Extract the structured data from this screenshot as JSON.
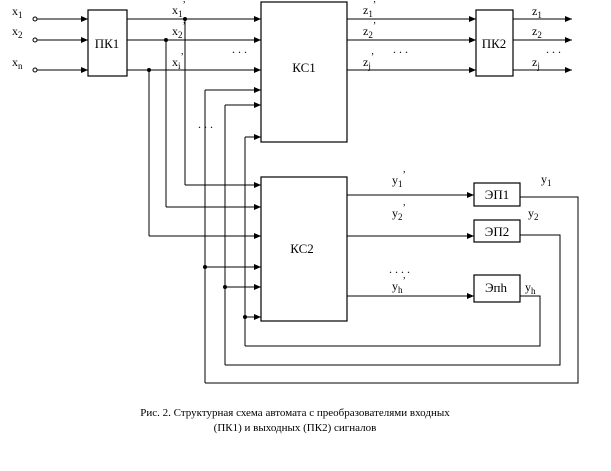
{
  "inputs": {
    "x1": "x",
    "x1_sub": "1",
    "x2": "x",
    "x2_sub": "2",
    "xn": "x",
    "xn_sub": "n"
  },
  "pk1_outputs": {
    "a": "x",
    "a_sub": "1",
    "a_prime": "’",
    "b": "x",
    "b_sub": "2",
    "b_prime": "’",
    "c": "x",
    "c_sub": "i",
    "c_prime": "’"
  },
  "blocks": {
    "pk1": "ПК1",
    "ks1": "КС1",
    "pk2": "ПК2",
    "ks2": "КС2",
    "ep1": "ЭП1",
    "ep2": "ЭП2",
    "eph": "Эпh"
  },
  "ks1_outputs": {
    "a": "z",
    "a_sub": "1",
    "a_prime": "’",
    "b": "z",
    "b_sub": "2",
    "b_prime": "’",
    "c": "z",
    "c_sub": "j",
    "c_prime": "’"
  },
  "pk2_outputs": {
    "a": "z",
    "a_sub": "1",
    "b": "z",
    "b_sub": "2",
    "c": "z",
    "c_sub": "j"
  },
  "ks2_outputs": {
    "a": "y",
    "a_sub": "1",
    "a_prime": "’",
    "b": "y",
    "b_sub": "2",
    "b_prime": "’",
    "c": "y",
    "c_sub": "h",
    "c_prime": "’"
  },
  "ep_outputs": {
    "a": "y",
    "a_sub": "1",
    "b": "y",
    "b_sub": "2",
    "c": "y",
    "c_sub": "h"
  },
  "dots": {
    "short": ". . .",
    "wide": ". . . .",
    "tall": ". . ."
  },
  "caption": {
    "line1": "Рис. 2. Структурная схема автомата с преобразователями входных",
    "line2": "(ПК1) и выходных (ПК2) сигналов"
  }
}
